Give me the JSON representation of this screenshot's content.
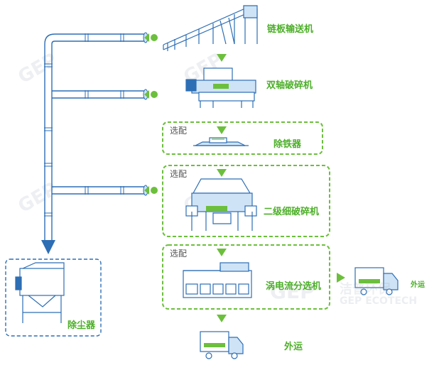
{
  "labels": {
    "chain_conveyor": "链板输送机",
    "twin_shaft_shredder": "双轴破碎机",
    "optional_1": "选配",
    "iron_remover": "除铁器",
    "optional_2": "选配",
    "secondary_crusher": "二级细破碎机",
    "optional_3": "选配",
    "eddy_current_separator": "涡电流分选机",
    "outbound_right": "外运",
    "dust_collector": "除尘器",
    "outbound_bottom": "外运"
  },
  "watermark": {
    "brand_cn": "洁普环保",
    "brand_en": "GEP ECOTECH"
  },
  "colors": {
    "green": "#6cbf3c",
    "green_text": "#4caf28",
    "blue": "#2d6eb5",
    "light_blue": "#cfe3f6"
  }
}
